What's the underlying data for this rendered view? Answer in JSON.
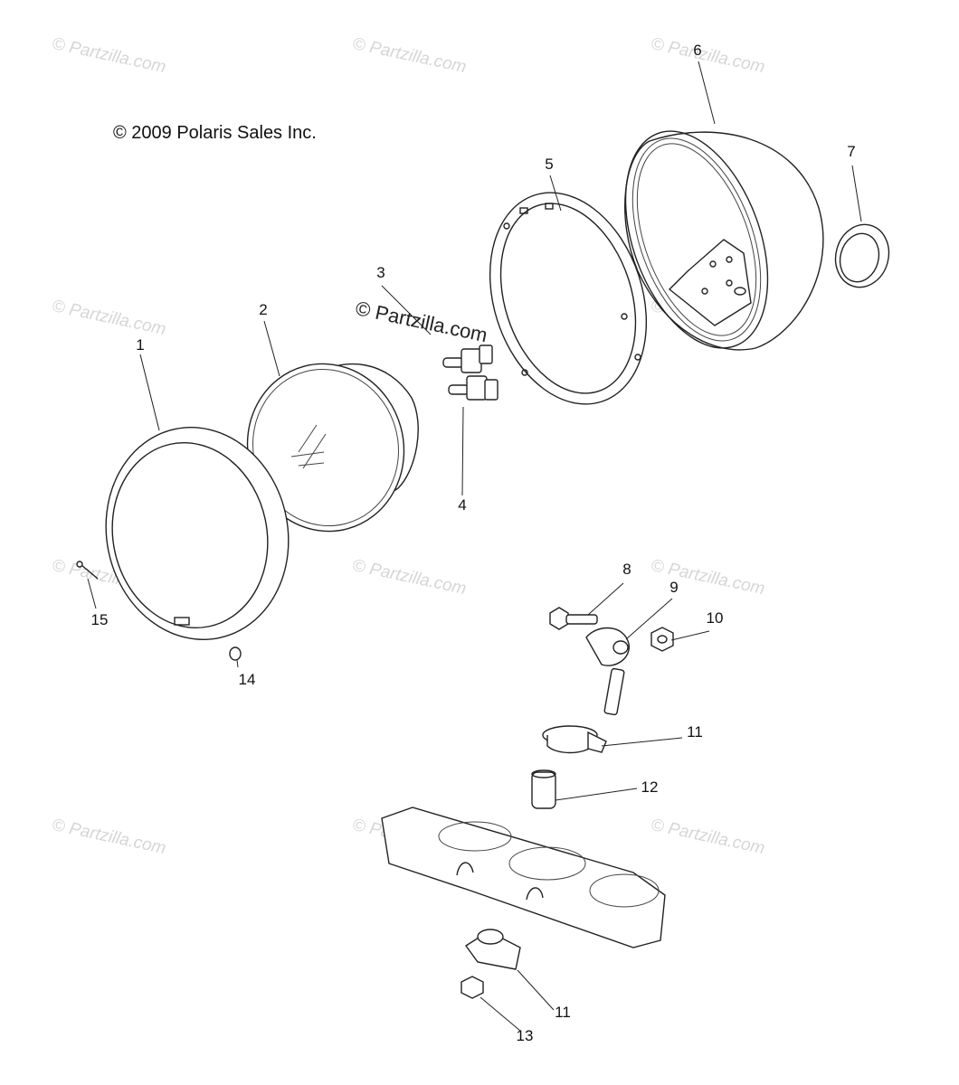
{
  "copyright": "© 2009 Polaris Sales Inc.",
  "watermark": "© Partzilla.com",
  "callouts": [
    "1",
    "2",
    "3",
    "4",
    "5",
    "6",
    "7",
    "8",
    "9",
    "10",
    "11",
    "12",
    "13",
    "14",
    "15"
  ],
  "colors": {
    "line": "#222222",
    "watermark": "#d6d6d6",
    "background": "#ffffff"
  }
}
